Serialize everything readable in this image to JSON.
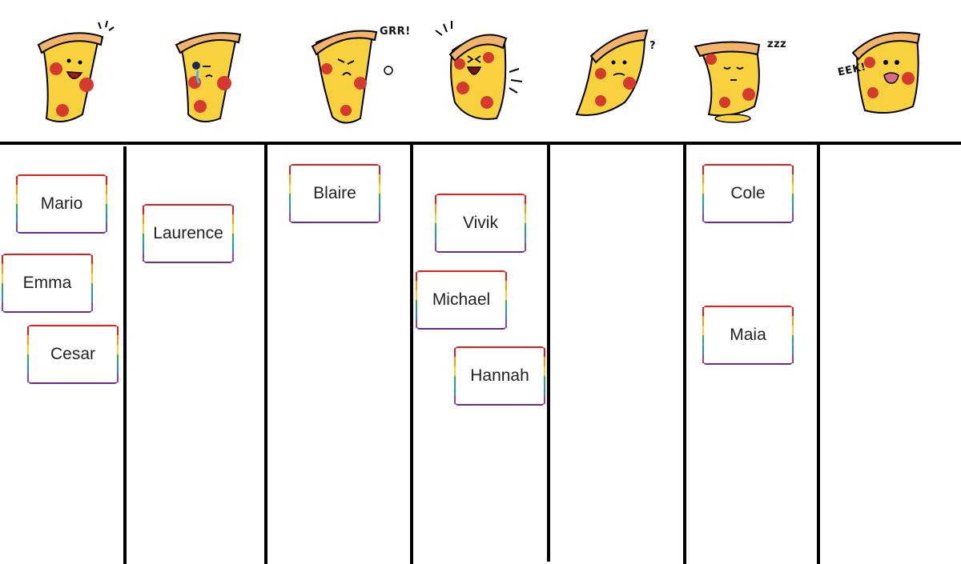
{
  "pizza_moods": [
    {
      "icon": "happy-pizza-icon",
      "caption": ""
    },
    {
      "icon": "sad-pizza-icon",
      "caption": ""
    },
    {
      "icon": "angry-pizza-icon",
      "caption": "GRR!"
    },
    {
      "icon": "laughing-pizza-icon",
      "caption": ""
    },
    {
      "icon": "confused-pizza-icon",
      "caption": "?"
    },
    {
      "icon": "sleepy-pizza-icon",
      "caption": "zzz"
    },
    {
      "icon": "scared-pizza-icon",
      "caption": "EEK!"
    }
  ],
  "cards": [
    {
      "name": "Mario",
      "column": 1
    },
    {
      "name": "Emma",
      "column": 1
    },
    {
      "name": "Cesar",
      "column": 1
    },
    {
      "name": "Laurence",
      "column": 2
    },
    {
      "name": "Blaire",
      "column": 3
    },
    {
      "name": "Vivik",
      "column": 4
    },
    {
      "name": "Michael",
      "column": 4
    },
    {
      "name": "Hannah",
      "column": 4
    },
    {
      "name": "Cole",
      "column": 6
    },
    {
      "name": "Maia",
      "column": 6
    }
  ],
  "colors": {
    "crust": "#f2b36b",
    "cheese": "#f7d23e",
    "pepperoni": "#d43a2f",
    "line": "#000000"
  }
}
